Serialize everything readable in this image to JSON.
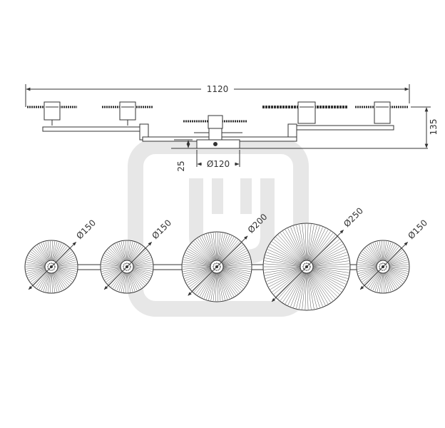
{
  "drawing": {
    "dimensions": {
      "overall_width": "1120",
      "height": "135",
      "base_height": "25",
      "base_diameter": "Ø120"
    },
    "shades": [
      {
        "id": "shade-1",
        "diameter_label": "Ø150"
      },
      {
        "id": "shade-2",
        "diameter_label": "Ø150"
      },
      {
        "id": "shade-3",
        "diameter_label": "Ø200"
      },
      {
        "id": "shade-4",
        "diameter_label": "Ø250"
      },
      {
        "id": "shade-5",
        "diameter_label": "Ø150"
      }
    ],
    "watermark": "logo",
    "line_color": "#3a3a3a",
    "background": "#ffffff"
  }
}
